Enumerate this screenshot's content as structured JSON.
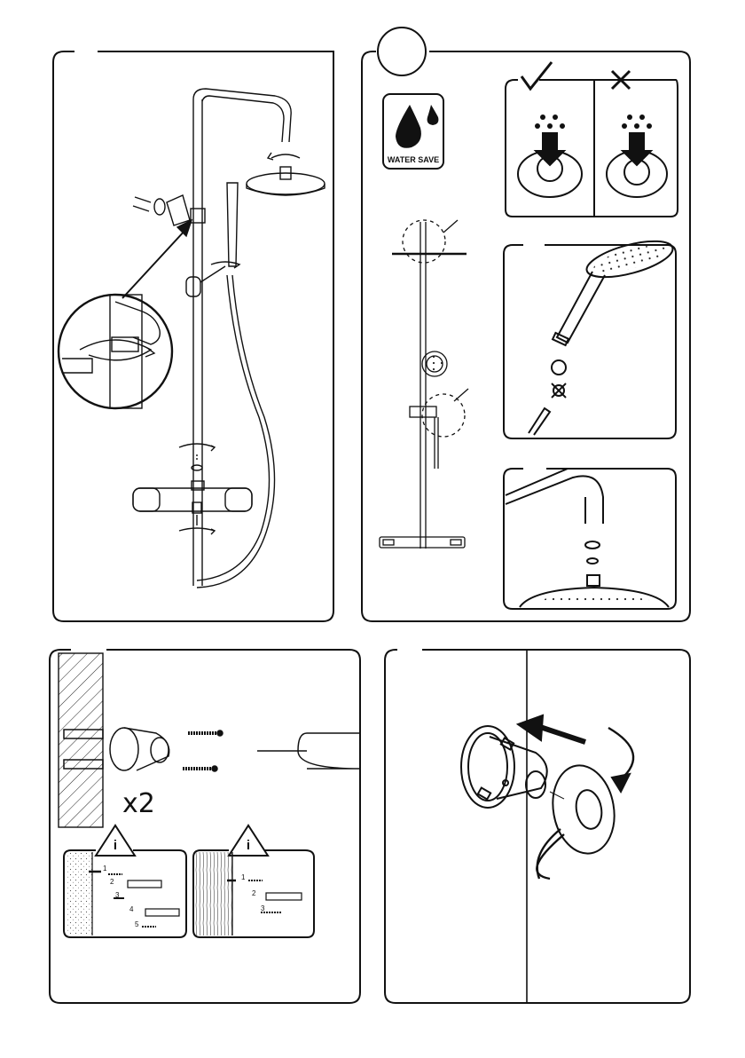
{
  "water_save_label": "WATER SAVE",
  "multiplier_label": "x2",
  "info_mark": "i",
  "step_numbers_plaster": [
    "1",
    "2",
    "3",
    "4",
    "5"
  ],
  "step_numbers_wood": [
    "1",
    "2",
    "3"
  ]
}
